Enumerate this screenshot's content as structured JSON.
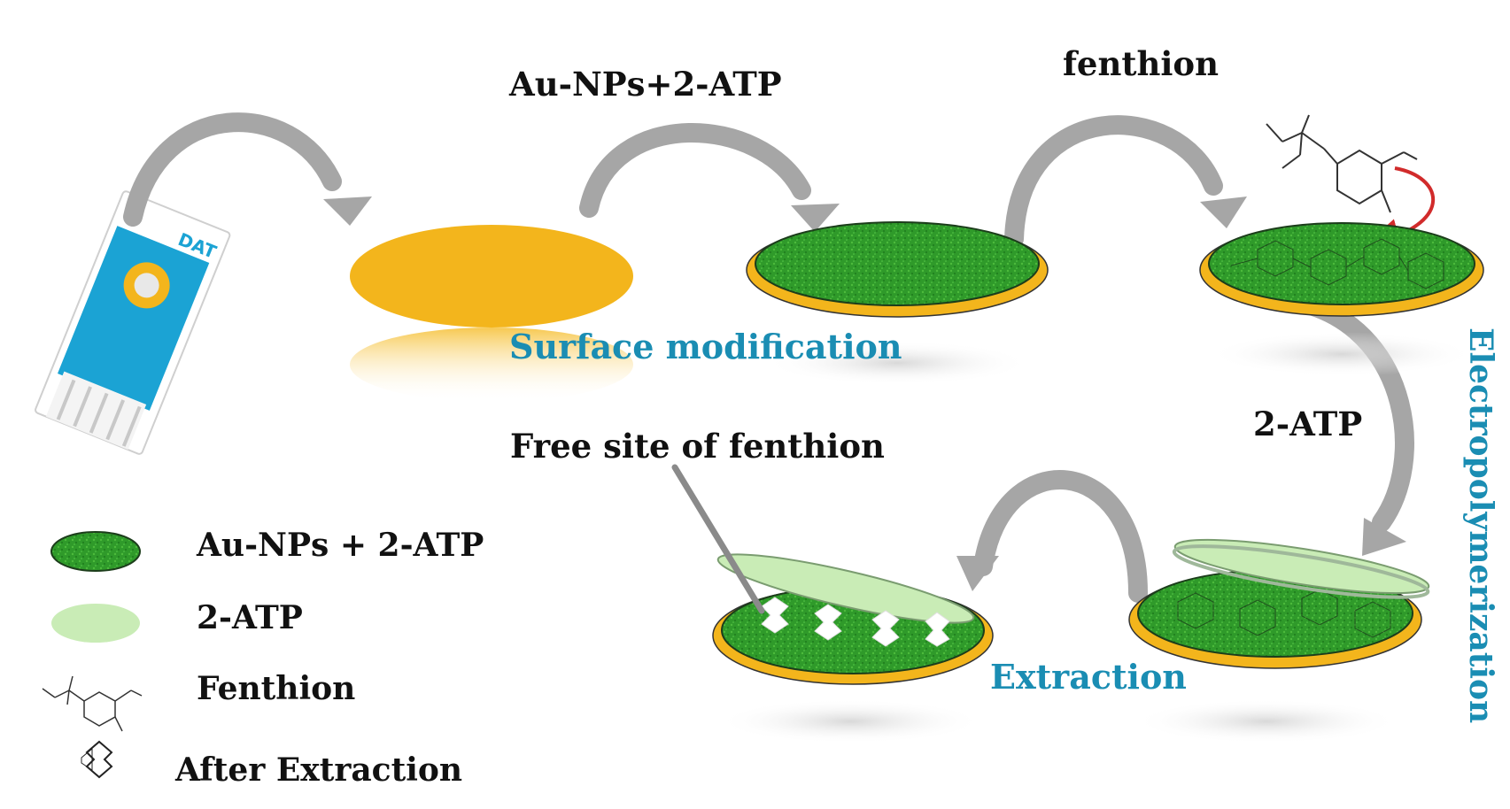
{
  "labels": {
    "step1_reagent": "Au-NPs+2-ATP",
    "step2_reagent": "fenthion",
    "surface_modification": "Surface modification",
    "electropolymerization": "Electropolymerization",
    "step3_reagent": "2-ATP",
    "extraction": "Extraction",
    "free_site": "Free site of fenthion"
  },
  "electrode_text": "DAT",
  "legend": [
    {
      "key": "au_nps_2atp",
      "label": "Au-NPs + 2-ATP"
    },
    {
      "key": "two_atp",
      "label": "2-ATP"
    },
    {
      "key": "fenthion",
      "label": "Fenthion"
    },
    {
      "key": "after_extraction",
      "label": "After Extraction"
    }
  ],
  "colors": {
    "gold": "#f3b51c",
    "green": "#2f9a2a",
    "light_green": "#c9ecb6",
    "arrow_gray": "#a6a6a6",
    "step_label_blue": "#1a8db3",
    "electrode_blue": "#1ba3d4",
    "red_arrow": "#d12b2b"
  }
}
